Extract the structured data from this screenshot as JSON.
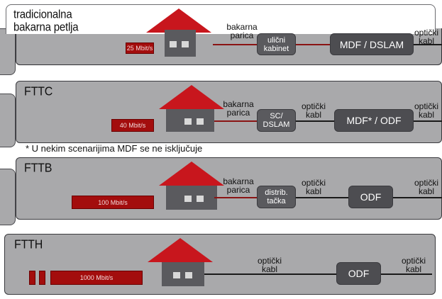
{
  "rows": [
    {
      "title_line1": "tradicionalna",
      "title_line2": "bakarna petlja",
      "speed": "25 Mbit/s",
      "conn1_label": "bakarna\nparica",
      "box1": "ulični\nkabinet",
      "box2": "MDF / DSLAM",
      "conn_end": "optički\nkabl"
    },
    {
      "title": "FTTC",
      "speed": "40 Mbit/s",
      "conn1_label": "bakarna\nparica",
      "box1": "SC/\nDSLAM",
      "conn2_label": "optički\nkabl",
      "box2": "MDF* / ODF",
      "conn_end": "optički\nkabl"
    },
    {
      "title": "FTTB",
      "speed": "100 Mbit/s",
      "conn1_label": "bakarna\nparica",
      "box1": "distrib.\ntačka",
      "conn2_label": "optički\nkabl",
      "box2": "ODF",
      "conn_end": "optički\nkabl"
    },
    {
      "title": "FTTH",
      "speed": "1000 Mbit/s",
      "conn1_label": "optički\nkabl",
      "box2": "ODF",
      "conn_end": "optički\nkabl"
    }
  ],
  "note": "* U nekim scenarijima MDF se ne isključuje",
  "colors": {
    "panel": "#a9a9ab",
    "house_roof": "#c8161d",
    "house_body": "#5a5a5e",
    "copper": "#8a1414",
    "speed_bar": "#a30d0d"
  }
}
